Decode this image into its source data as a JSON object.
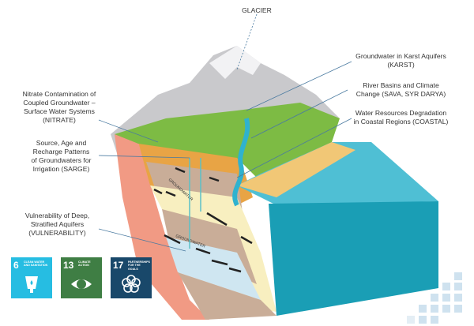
{
  "labels": {
    "glacier": "GLACIER",
    "karst": [
      "Groundwater in Karst Aquifers",
      "(KARST)"
    ],
    "river": [
      "River Basins and Climate",
      "Change (SAVA, SYR DARYA)"
    ],
    "coastal": [
      "Water Resources Degradation",
      "in Coastal Regions (COASTAL)"
    ],
    "nitrate": [
      "Nitrate Contamination of",
      "Coupled Groundwater –",
      "Surface Water Systems",
      "(NITRATE)"
    ],
    "sarge": [
      "Source, Age and",
      "Recharge Patterns",
      "of Groundwaters for",
      "Irrigation (SARGE)"
    ],
    "vulnerability": [
      "Vulnerability of Deep,",
      "Stratified Aquifers",
      "(VULNERABILITY)"
    ],
    "groundwater_1": "GROUNDWATER",
    "groundwater_2": "GROUNDWATER"
  },
  "sdgs": [
    {
      "number": "6",
      "title": "CLEAN WATER AND SANITATION",
      "color": "#26bde2"
    },
    {
      "number": "13",
      "title": "CLIMATE ACTION",
      "color": "#3f7e44"
    },
    {
      "number": "17",
      "title": "PARTNERSHIPS FOR THE GOALS",
      "color": "#19486a"
    }
  ]
}
